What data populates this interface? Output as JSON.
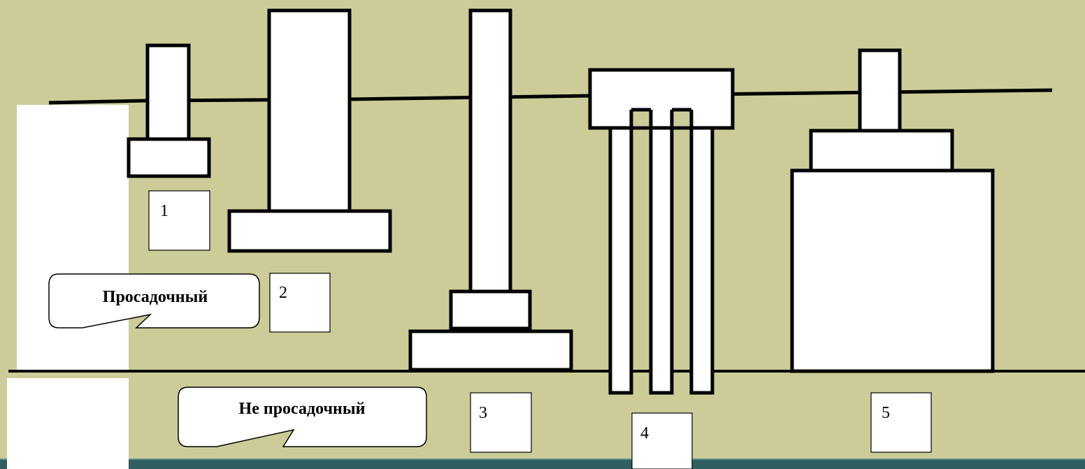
{
  "colors": {
    "background": "#CCCC99",
    "shape_fill": "#FFFFFF",
    "stroke": "#000000",
    "bottom_band": "#2F5F5F"
  },
  "labels": {
    "callout_subsiding": "Просадочный",
    "callout_non_subsiding": "Не просадочный",
    "num_1": "1",
    "num_2": "2",
    "num_3": "3",
    "num_4": "4",
    "num_5": "5"
  }
}
